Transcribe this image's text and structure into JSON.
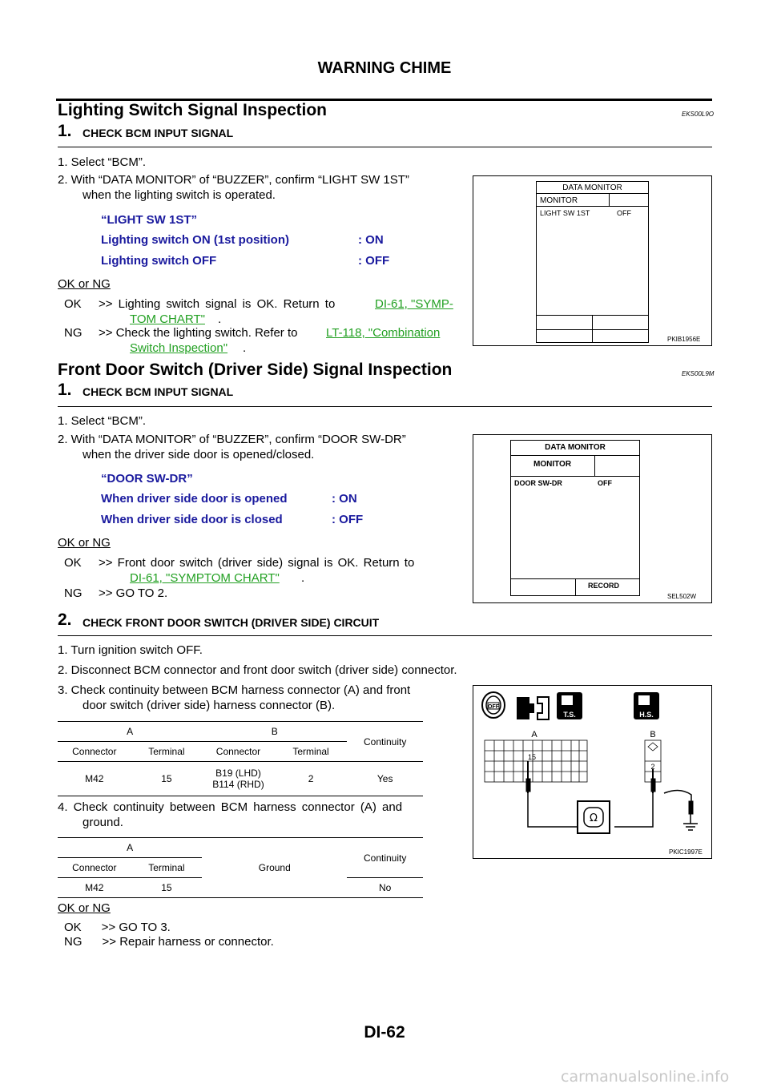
{
  "header": {
    "title": "WARNING CHIME"
  },
  "s1": {
    "title": "Lighting Switch Signal Inspection",
    "code": "EKS00L9O",
    "step_num": "1.",
    "step_title": "CHECK BCM INPUT SIGNAL",
    "item1": "1.  Select “BCM”.",
    "item2a": "2.  With “DATA MONITOR” of “BUZZER”, confirm “LIGHT SW 1ST”",
    "item2b": "when the lighting switch is operated.",
    "mon_title": "“LIGHT SW 1ST”",
    "mon_r1_l": "Lighting switch ON (1st position)",
    "mon_r1_v": ": ON",
    "mon_r2_l": "Lighting switch OFF",
    "mon_r2_v": ": OFF",
    "okng": "OK or NG",
    "ok_label": "OK",
    "ok_text": ">> Lighting switch signal is OK. Return to",
    "ok_link1": "DI-61, \"SYMP-",
    "ok_link2": "TOM CHART\"",
    "ok_tail": ".",
    "ng_label": "NG",
    "ng_text": ">> Check the lighting switch. Refer to",
    "ng_link1": "LT-118, \"Combination",
    "ng_link2": "Switch Inspection\"",
    "ng_tail": ".",
    "fig": {
      "title": "DATA MONITOR",
      "monitor": "MONITOR",
      "row_label": "LIGHT SW 1ST",
      "row_value": "OFF",
      "code": "PKIB1956E"
    }
  },
  "s2": {
    "title": "Front Door Switch (Driver Side) Signal Inspection",
    "code": "EKS00L9M",
    "step_num": "1.",
    "step_title": "CHECK BCM INPUT SIGNAL",
    "item1": "1.  Select “BCM”.",
    "item2a": "2.  With “DATA MONITOR” of “BUZZER”, confirm “DOOR SW-DR”",
    "item2b": "when the driver side door is opened/closed.",
    "mon_title": "“DOOR SW-DR”",
    "mon_r1_l": "When driver side door is opened",
    "mon_r1_v": ": ON",
    "mon_r2_l": "When driver side door is closed",
    "mon_r2_v": ": OFF",
    "okng": "OK or NG",
    "ok_label": "OK",
    "ok_text": ">> Front door switch (driver side) signal is OK. Return to",
    "ok_link": "DI-61, \"SYMPTOM CHART\"",
    "ok_tail": ".",
    "ng_label": "NG",
    "ng_text": ">> GO TO 2.",
    "fig": {
      "title": "DATA MONITOR",
      "monitor": "MONITOR",
      "row_label": "DOOR SW-DR",
      "row_value": "OFF",
      "record": "RECORD",
      "code": "SEL502W"
    }
  },
  "s3": {
    "step_num": "2.",
    "step_title": "CHECK FRONT DOOR SWITCH (DRIVER SIDE) CIRCUIT",
    "item1": "1.  Turn ignition switch OFF.",
    "item2": "2.  Disconnect BCM connector and front door switch (driver side) connector.",
    "item3a": "3.  Check continuity between BCM harness connector (A) and front",
    "item3b": "door switch (driver side) harness connector (B).",
    "t1": {
      "a": "A",
      "b": "B",
      "continuity": "Continuity",
      "connector": "Connector",
      "terminal": "Terminal",
      "conn_a": "M42",
      "term_a": "15",
      "conn_b1": "B19 (LHD)",
      "conn_b2": "B114 (RHD)",
      "term_b": "2",
      "result": "Yes"
    },
    "item4a": "4.  Check continuity between BCM harness connector (A) and",
    "item4b": "ground.",
    "t2": {
      "a": "A",
      "ground": "Ground",
      "continuity": "Continuity",
      "connector": "Connector",
      "terminal": "Terminal",
      "conn_a": "M42",
      "term_a": "15",
      "result": "No"
    },
    "okng": "OK or NG",
    "ok": "OK      >> GO TO 3.",
    "ng": "NG      >> Repair harness or connector.",
    "fig": {
      "off": "OFF",
      "ts": "T.S.",
      "hs": "H.S.",
      "label_a": "A",
      "label_b": "B",
      "pin_a": "15",
      "pin_b": "2",
      "code": "PKIC1997E"
    }
  },
  "footer": {
    "page": "DI-62"
  },
  "watermark": "carmanualsonline.info"
}
